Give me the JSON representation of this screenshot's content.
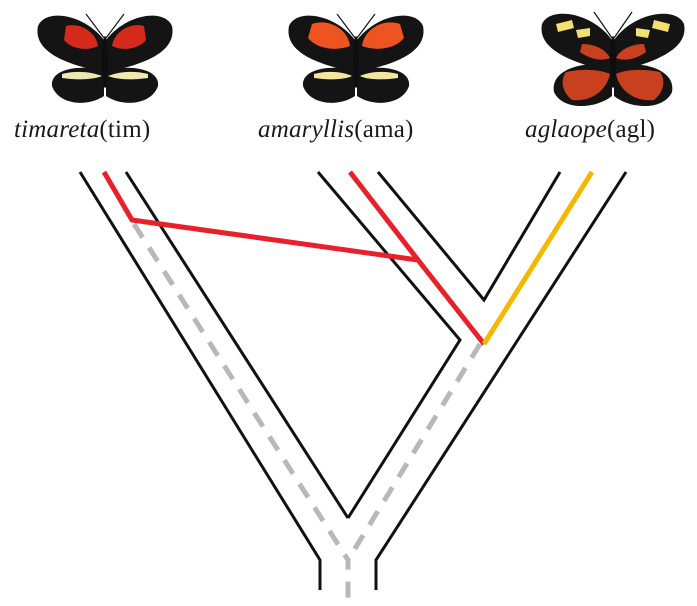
{
  "taxa": [
    {
      "species": "timareta",
      "code": "(tim)",
      "wing_color": "#d42a1c",
      "band_color": "#efe8b0"
    },
    {
      "species": "amaryllis",
      "code": "(ama)",
      "wing_color": "#ee5420",
      "band_color": "#f2e6a0"
    },
    {
      "species": "aglaope",
      "code": "(agl)",
      "wing_color": "#c9401e",
      "band_color": "#f4e070"
    }
  ],
  "colors": {
    "branch_outline": "#111111",
    "introgression_red": "#e8202a",
    "aglaope_yellow": "#f5b800",
    "ancestral_dashed": "#b8b8b8",
    "butterfly_body": "#0e0e0e"
  }
}
